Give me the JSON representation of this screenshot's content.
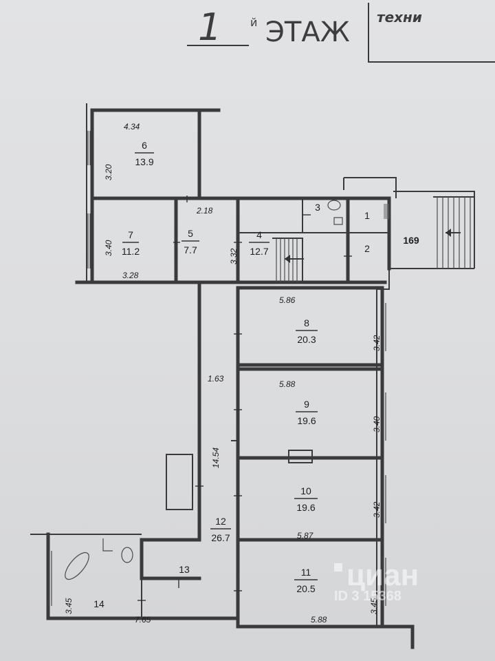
{
  "header": {
    "floor_number": "1",
    "floor_suffix": "й",
    "floor_word": "ЭТАЖ",
    "stamp_text": "техни"
  },
  "watermark": {
    "brand": "циан",
    "id_text": "ID 3  15368"
  },
  "rooms": [
    {
      "id": "r1",
      "number": "1",
      "area": ""
    },
    {
      "id": "r2",
      "number": "2",
      "area": ""
    },
    {
      "id": "r3",
      "number": "3",
      "area": ""
    },
    {
      "id": "r4",
      "number": "4",
      "area": "12.7"
    },
    {
      "id": "r5",
      "number": "5",
      "area": "7.7"
    },
    {
      "id": "r6",
      "number": "6",
      "area": "13.9"
    },
    {
      "id": "r7",
      "number": "7",
      "area": "11.2"
    },
    {
      "id": "r8",
      "number": "8",
      "area": "20.3"
    },
    {
      "id": "r9",
      "number": "9",
      "area": "19.6"
    },
    {
      "id": "r10",
      "number": "10",
      "area": "19.6"
    },
    {
      "id": "r11",
      "number": "11",
      "area": "20.5"
    },
    {
      "id": "r12",
      "number": "12",
      "area": "26.7"
    },
    {
      "id": "r13",
      "number": "13",
      "area": ""
    },
    {
      "id": "r14",
      "number": "14",
      "area": ""
    },
    {
      "id": "r16",
      "number": "169",
      "area": ""
    }
  ],
  "dimensions": {
    "d6_w": "4.34",
    "d6_h": "3.20",
    "d7_h": "3.40",
    "d7_w": "3.28",
    "d5_w": "2.18",
    "d4_h": "3.32",
    "d8_w": "5.86",
    "d8_h": "3.42",
    "d9_w": "5.88",
    "d9_h": "3.40",
    "d10_h": "3.42",
    "d10_w": "5.87",
    "d11_h": "3.45",
    "d11_w": "5.88",
    "d12_w": "1.63",
    "d12_h": "14.54",
    "d14_h": "3.45",
    "d14_w": "7.65"
  }
}
